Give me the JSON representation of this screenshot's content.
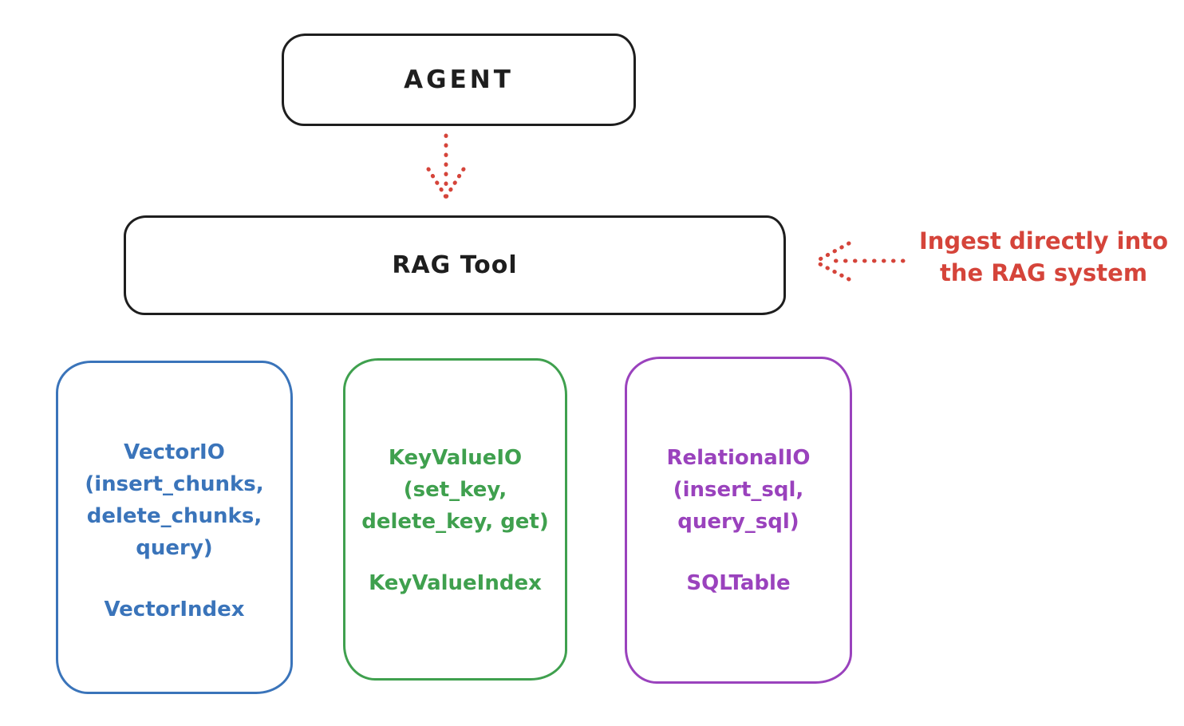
{
  "diagram": {
    "colors": {
      "background": "#ffffff",
      "stroke": "#1e1e1e",
      "red": "#d5443a",
      "blue": "#3a74ba",
      "green": "#3fa04e",
      "purple": "#9a42bd"
    },
    "agent_box": {
      "label": "AGENT"
    },
    "rag_tool_box": {
      "label": "RAG Tool"
    },
    "annotation": {
      "lines": [
        "Ingest directly into",
        "the RAG system"
      ]
    },
    "arrows": {
      "agent_to_rag": {
        "style": "dotted",
        "direction": "down"
      },
      "ingest_to_rag": {
        "style": "dotted",
        "direction": "left"
      }
    },
    "cards": [
      {
        "id": "vector-io",
        "lines": [
          "VectorIO",
          "(insert_chunks,",
          "delete_chunks,",
          "query)"
        ],
        "index_label": "VectorIndex",
        "color": "#3a74ba"
      },
      {
        "id": "key-value-io",
        "lines": [
          "KeyValueIO",
          "(set_key,",
          "delete_key, get)"
        ],
        "index_label": "KeyValueIndex",
        "color": "#3fa04e"
      },
      {
        "id": "relational-io",
        "lines": [
          "RelationalIO",
          "(insert_sql,",
          "query_sql)"
        ],
        "index_label": "SQLTable",
        "color": "#9a42bd"
      }
    ]
  }
}
